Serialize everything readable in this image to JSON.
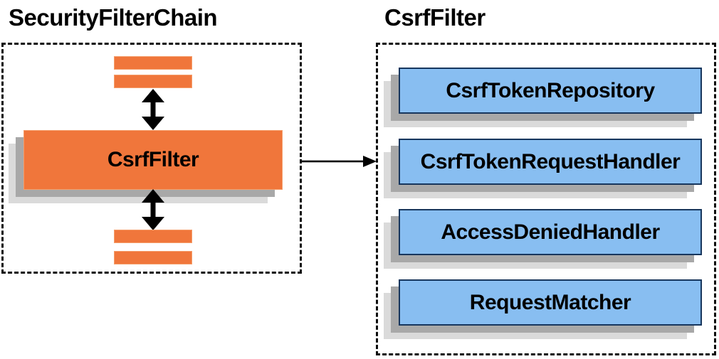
{
  "left_panel": {
    "title": "SecurityFilterChain",
    "filter_box_label": "CsrfFilter"
  },
  "right_panel": {
    "title": "CsrfFilter",
    "components": [
      "CsrfTokenRepository",
      "CsrfTokenRequestHandler",
      "AccessDeniedHandler",
      "RequestMatcher"
    ]
  },
  "colors": {
    "orange_fill": "#F0763B",
    "orange_border": "#F59E6B",
    "blue_fill": "#88BEF1",
    "blue_border": "#17365D",
    "shadow_dark": "#A8A8A8",
    "shadow_light": "#DADADA",
    "arrow_black": "#000000",
    "dashed_border": "#0D0D0D"
  }
}
